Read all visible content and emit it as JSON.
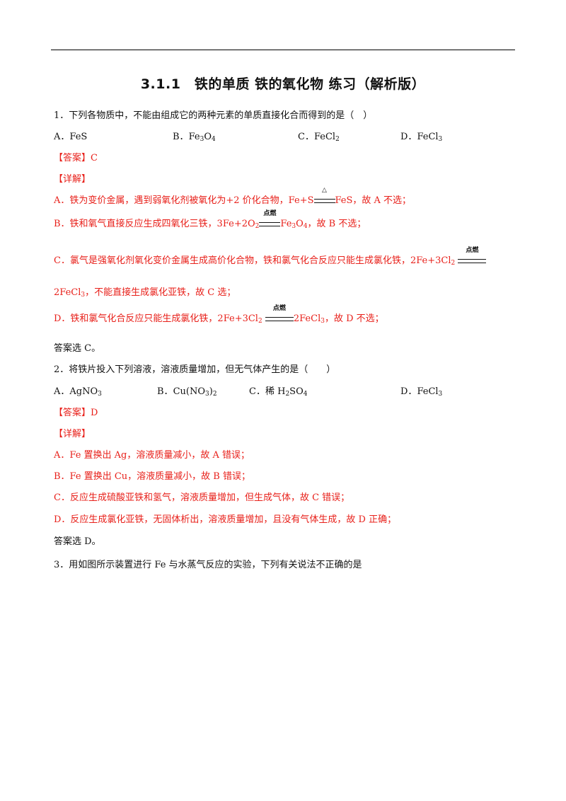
{
  "title": "3.1.1　铁的单质 铁的氧化物 练习（解析版）",
  "labels": {
    "answer": "【答案】",
    "detail": "【详解】"
  },
  "q1": {
    "stem": "1．下列各物质中，不能由组成它的两种元素的单质直接化合而得到的是（　）",
    "options": [
      {
        "letter": "A．",
        "pre": "FeS",
        "sub": "",
        "post": ""
      },
      {
        "letter": "B．",
        "pre": "Fe",
        "sub": "3",
        "post": "O",
        "sub2": "4"
      },
      {
        "letter": "C．",
        "pre": "FeCl",
        "sub": "2",
        "post": ""
      },
      {
        "letter": "D．",
        "pre": "FeCl",
        "sub": "3",
        "post": ""
      }
    ],
    "answer": "C",
    "a_pre": "A．铁为变价金属，遇到弱氧化剂被氧化为+2 价化合物，Fe+S",
    "a_cond": "△",
    "a_post": "FeS，故 A 不选；",
    "b_pre": "B．铁和氧气直接反应生成四氧化三铁，3Fe+2O",
    "b_sub": "2",
    "b_cond": "点燃",
    "b_mid": "Fe",
    "b_sub2": "3",
    "b_mid2": "O",
    "b_sub3": "4",
    "b_post": "，故 B 不选；",
    "c_pre": "C．氯气是强氧化剂氧化变价金属生成高价化合物，铁和氯气化合反应只能生成氯化铁，2Fe+3Cl",
    "c_sub": "2",
    "c_cond": "点燃",
    "c2_pre": "2FeCl",
    "c2_sub": "3",
    "c2_post": "，不能直接生成氯化亚铁，故 C 选；",
    "d_pre": "D．铁和氯气化合反应只能生成氯化铁，2Fe+3Cl",
    "d_sub": "2",
    "d_cond": "点燃",
    "d_mid": "2FeCl",
    "d_sub2": "3",
    "d_post": "，故 D 不选；",
    "conclusion": "答案选 C。"
  },
  "q2": {
    "stem": "2．将铁片投入下列溶液，溶液质量增加，但无气体产生的是（　　）",
    "opt_a": {
      "letter": "A．",
      "pre": "AgNO",
      "sub": "3"
    },
    "opt_b": {
      "letter": "B．",
      "pre": "Cu(NO",
      "sub": "3",
      "post": ")",
      "sub2": "2"
    },
    "opt_c": {
      "letter": "C．",
      "pre": "稀 H",
      "sub": "2",
      "mid": "SO",
      "sub2": "4"
    },
    "opt_d": {
      "letter": "D．",
      "pre": "FeCl",
      "sub": "3"
    },
    "answer": "D",
    "a": "A．Fe 置换出 Ag，溶液质量减小，故 A 错误；",
    "b": "B．Fe 置换出 Cu，溶液质量减小，故 B 错误；",
    "c": "C．反应生成硫酸亚铁和氢气，溶液质量增加，但生成气体，故 C 错误；",
    "d": "D．反应生成氯化亚铁，无固体析出，溶液质量增加，且没有气体生成，故 D 正确；",
    "conclusion": "答案选 D。"
  },
  "q3": {
    "stem": "3．用如图所示装置进行 Fe 与水蒸气反应的实验，下列有关说法不正确的是"
  }
}
